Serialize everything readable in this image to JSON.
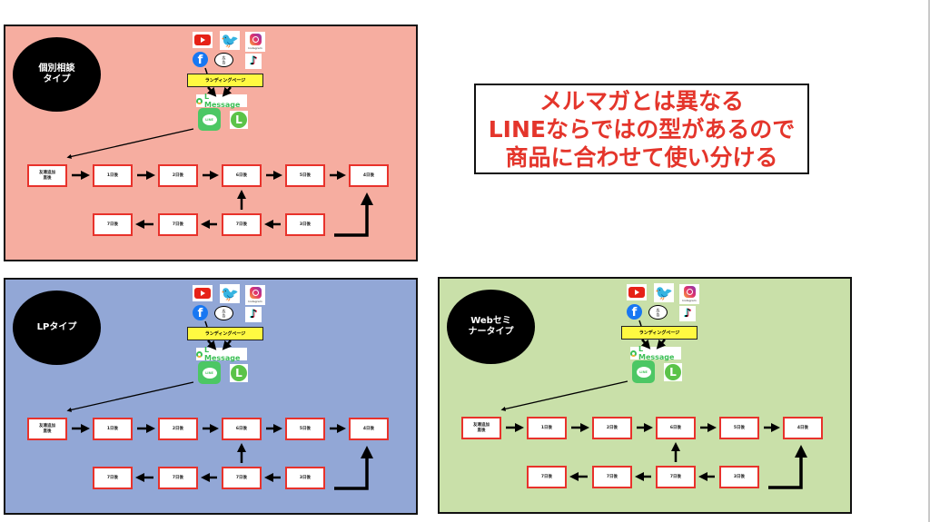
{
  "headline": {
    "lines": [
      "メルマガとは異なる",
      "LINEならではの型があるので",
      "商品に合わせて使い分ける"
    ],
    "color": "#e4352b"
  },
  "common": {
    "sources": {
      "youtube": "youtube-icon",
      "twitter": "twitter-icon",
      "instagram": "instagram-icon",
      "instagram_caption": "Instagram",
      "facebook": "facebook-icon",
      "facebook_glyph": "f",
      "ad": "ad-icon",
      "ad_label": "広\n告",
      "tiktok": "tiktok-icon",
      "tiktok_glyph": "♪"
    },
    "landing_page_label": "ランディングページ",
    "lmessage_label": "L Message",
    "line_label": "LINE",
    "lapp_glyph": "L",
    "twitter_glyph": "🐦",
    "step_border_color": "#e8322b"
  },
  "panels": [
    {
      "type_label": "個別相談\nタイプ",
      "background": "#f6ada0",
      "top_row": [
        "友達追加\n直後",
        "1日後",
        "2日後",
        "6日後",
        "5日後",
        "4日後"
      ],
      "bottom_row": [
        "7日後",
        "7日後",
        "7日後",
        "3日後"
      ]
    },
    {
      "type_label": "LPタイプ",
      "background": "#92a7d6",
      "top_row": [
        "友達追加\n直後",
        "1日後",
        "2日後",
        "6日後",
        "5日後",
        "4日後"
      ],
      "bottom_row": [
        "7日後",
        "7日後",
        "7日後",
        "3日後"
      ]
    },
    {
      "type_label": "Webセミ\nナータイプ",
      "background": "#c9e0a9",
      "top_row": [
        "友達追加\n直後",
        "1日後",
        "2日後",
        "6日後",
        "5日後",
        "4日後"
      ],
      "bottom_row": [
        "7日後",
        "7日後",
        "7日後",
        "3日後"
      ]
    }
  ]
}
